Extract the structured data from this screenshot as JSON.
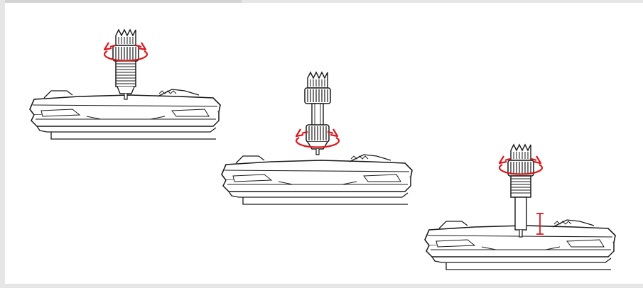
{
  "diagram": {
    "step_count": 3,
    "colors": {
      "line": "#1a1a1a",
      "rotation_arrow": "#d71920",
      "gap_marker": "#d71920",
      "frame": "#e6e6e6"
    },
    "steps": [
      {
        "knob_state": "seated",
        "icon": "rotate-arrow-icon"
      },
      {
        "knob_state": "raised",
        "icon": "rotate-arrow-icon"
      },
      {
        "knob_state": "lowered-with-gap",
        "icon": "rotate-arrow-icon",
        "gap_marker": true
      }
    ]
  }
}
